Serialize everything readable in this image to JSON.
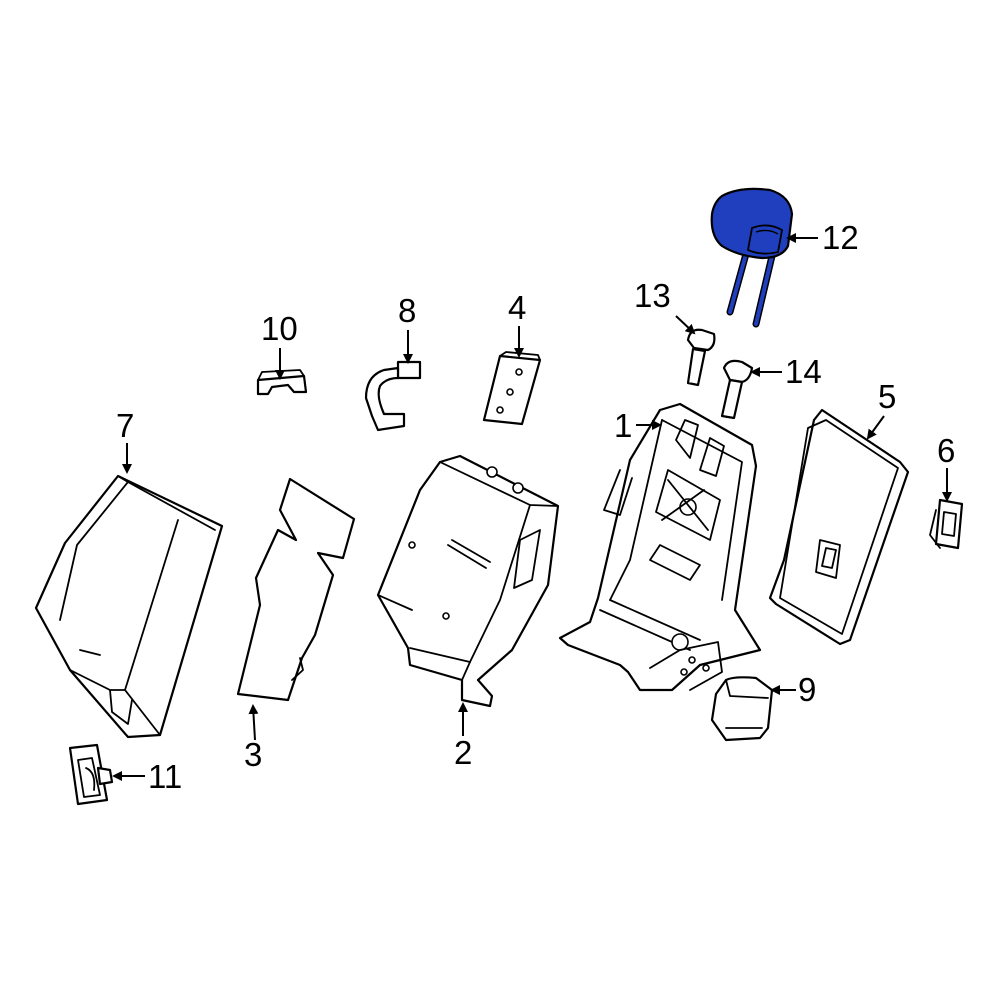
{
  "diagram": {
    "highlight_color": "#1f3fbf",
    "line_color": "#000000",
    "background": "#ffffff",
    "callouts": [
      {
        "id": "1",
        "label": "1"
      },
      {
        "id": "2",
        "label": "2"
      },
      {
        "id": "3",
        "label": "3"
      },
      {
        "id": "4",
        "label": "4"
      },
      {
        "id": "5",
        "label": "5"
      },
      {
        "id": "6",
        "label": "6"
      },
      {
        "id": "7",
        "label": "7"
      },
      {
        "id": "8",
        "label": "8"
      },
      {
        "id": "9",
        "label": "9"
      },
      {
        "id": "10",
        "label": "10"
      },
      {
        "id": "11",
        "label": "11"
      },
      {
        "id": "12",
        "label": "12"
      },
      {
        "id": "13",
        "label": "13"
      },
      {
        "id": "14",
        "label": "14"
      }
    ],
    "highlighted_part": "12"
  }
}
